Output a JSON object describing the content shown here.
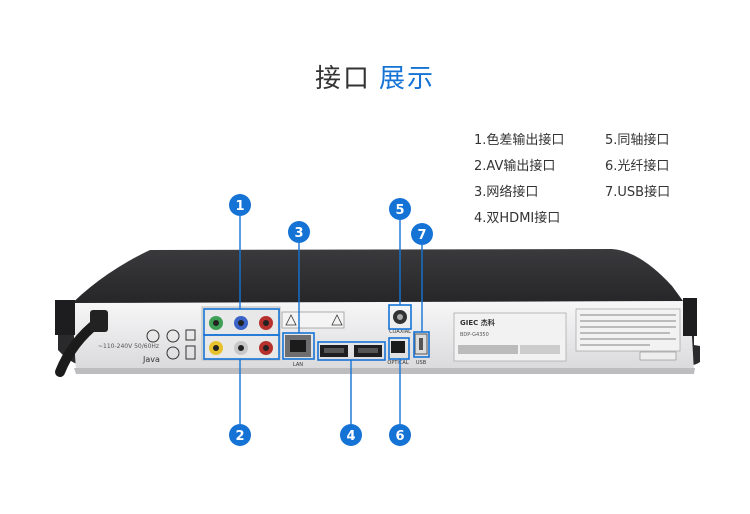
{
  "title": {
    "part1": "接口",
    "part2": "展示"
  },
  "legend": [
    [
      "1.色差输出接口",
      "5.同轴接口"
    ],
    [
      "2.AV输出接口",
      "6.光纤接口"
    ],
    [
      "3.网络接口",
      "7.USB接口"
    ],
    [
      "4.双HDMI接口",
      ""
    ]
  ],
  "badges": [
    "1",
    "2",
    "3",
    "4",
    "5",
    "6",
    "7"
  ],
  "device": {
    "brand": "GIEC 杰科",
    "model": "BDP-G4350",
    "java": "Java",
    "power": "~110-240V 50/60Hz",
    "port_labels": {
      "lan": "LAN",
      "coaxial": "COAXIAL",
      "optical": "OPTICAL",
      "usb": "USB"
    }
  },
  "colors": {
    "accent": "#1673d6",
    "device": "#2a2a2c",
    "panel": "#eeeeef"
  }
}
